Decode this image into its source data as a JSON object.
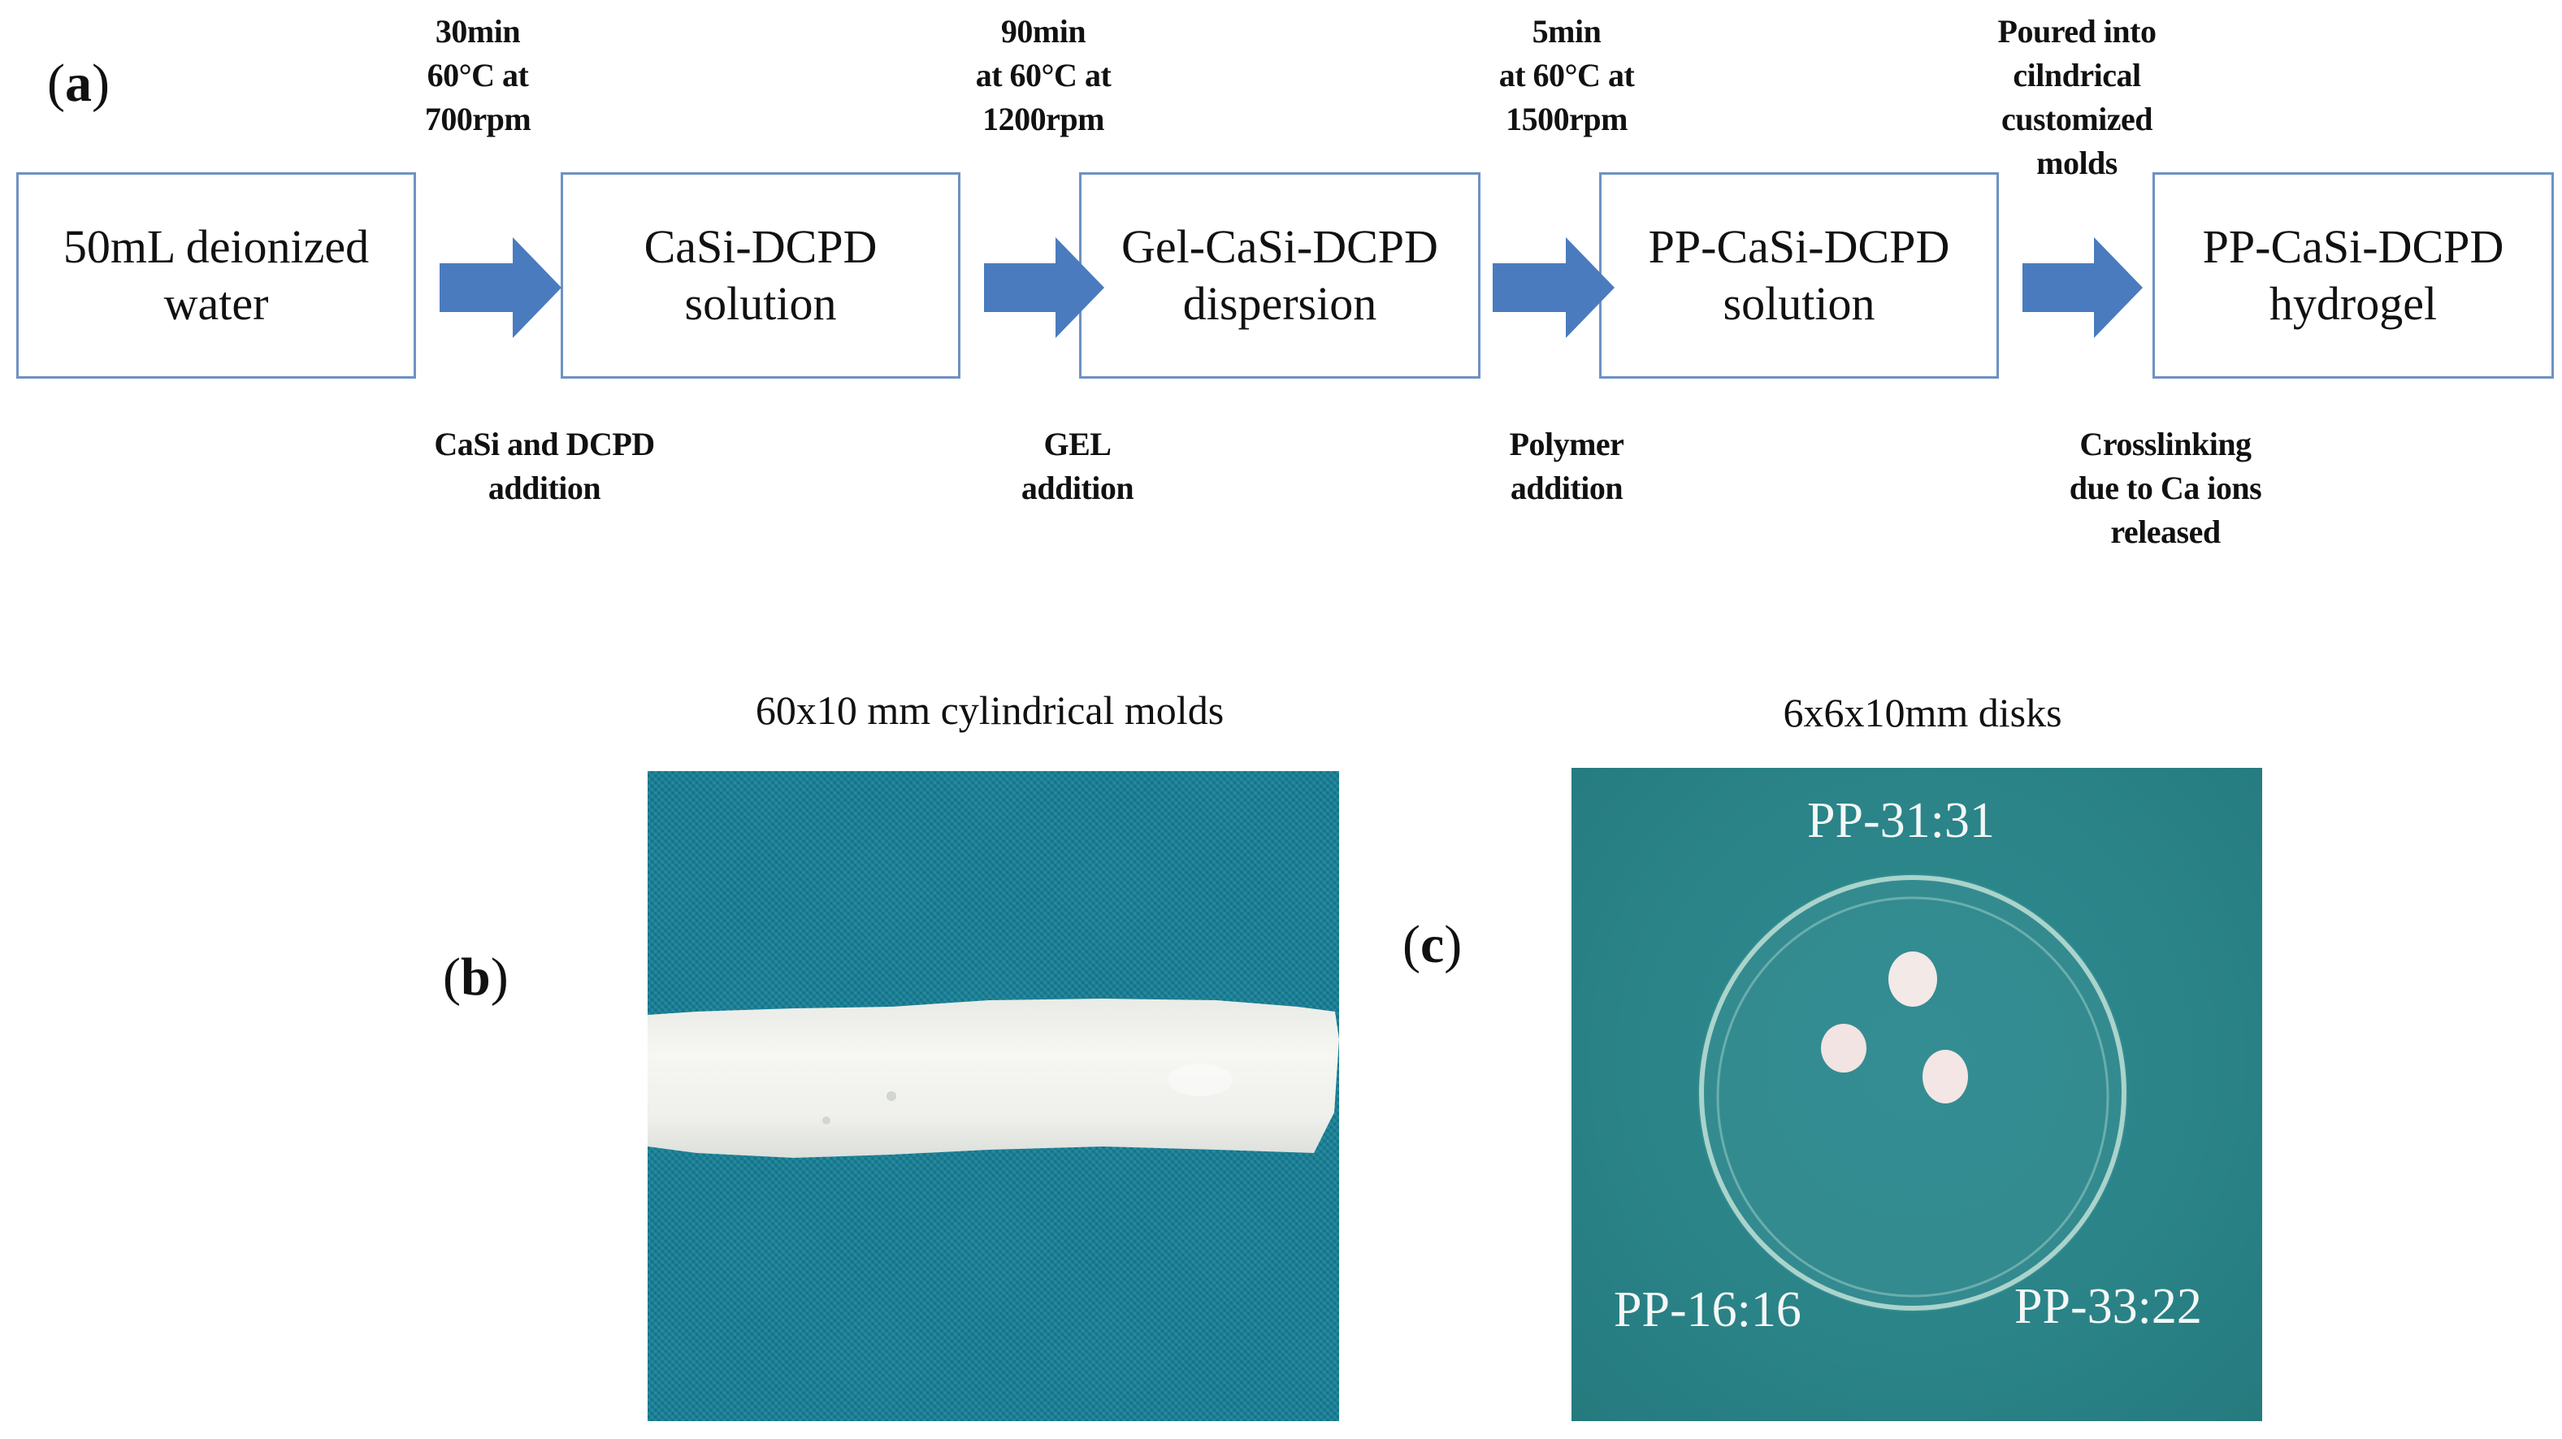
{
  "panel_a": {
    "label_open": "(",
    "label_letter": "a",
    "label_close": ")",
    "steps": [
      {
        "line1": "50mL deionized",
        "line2": "water"
      },
      {
        "line1": "CaSi-DCPD",
        "line2": "solution"
      },
      {
        "line1": "Gel-CaSi-DCPD",
        "line2": "dispersion"
      },
      {
        "line1": "PP-CaSi-DCPD",
        "line2": "solution"
      },
      {
        "line1": "PP-CaSi-DCPD",
        "line2": "hydrogel"
      }
    ],
    "conditions_above": [
      {
        "lines": [
          "30min",
          "60°C at",
          "700rpm"
        ]
      },
      {
        "lines": [
          "90min",
          "at 60°C at",
          "1200rpm"
        ]
      },
      {
        "lines": [
          "5min",
          "at 60°C at",
          "1500rpm"
        ]
      },
      {
        "lines": [
          "Poured into",
          "cilndrical",
          "customized",
          "molds"
        ]
      }
    ],
    "actions_below": [
      {
        "lines": [
          "CaSi and DCPD",
          "addition"
        ]
      },
      {
        "lines": [
          "GEL",
          "addition"
        ]
      },
      {
        "lines": [
          "Polymer",
          "addition"
        ]
      },
      {
        "lines": [
          "Crosslinking",
          "due to Ca ions",
          "released"
        ]
      }
    ],
    "colors": {
      "box_border": "#6e92c2",
      "arrow_fill": "#4a7bbf"
    }
  },
  "panel_b": {
    "label_open": "(",
    "label_letter": "b",
    "label_close": ")",
    "caption": "60x10 mm cylindrical  molds",
    "photo_description": "white cylindrical hydrogel on teal cloth",
    "colors": {
      "background": "#157f96",
      "sample": "#f1f1ee"
    }
  },
  "panel_c": {
    "label_open": "(",
    "label_letter": "c",
    "label_close": ")",
    "caption": "6x6x10mm disks",
    "sample_labels": {
      "top": "PP-31:31",
      "bottom_left": "PP-16:16",
      "bottom_right": "PP-33:22"
    },
    "colors": {
      "background": "#2a8387",
      "disk": "#f3e8e6"
    }
  }
}
